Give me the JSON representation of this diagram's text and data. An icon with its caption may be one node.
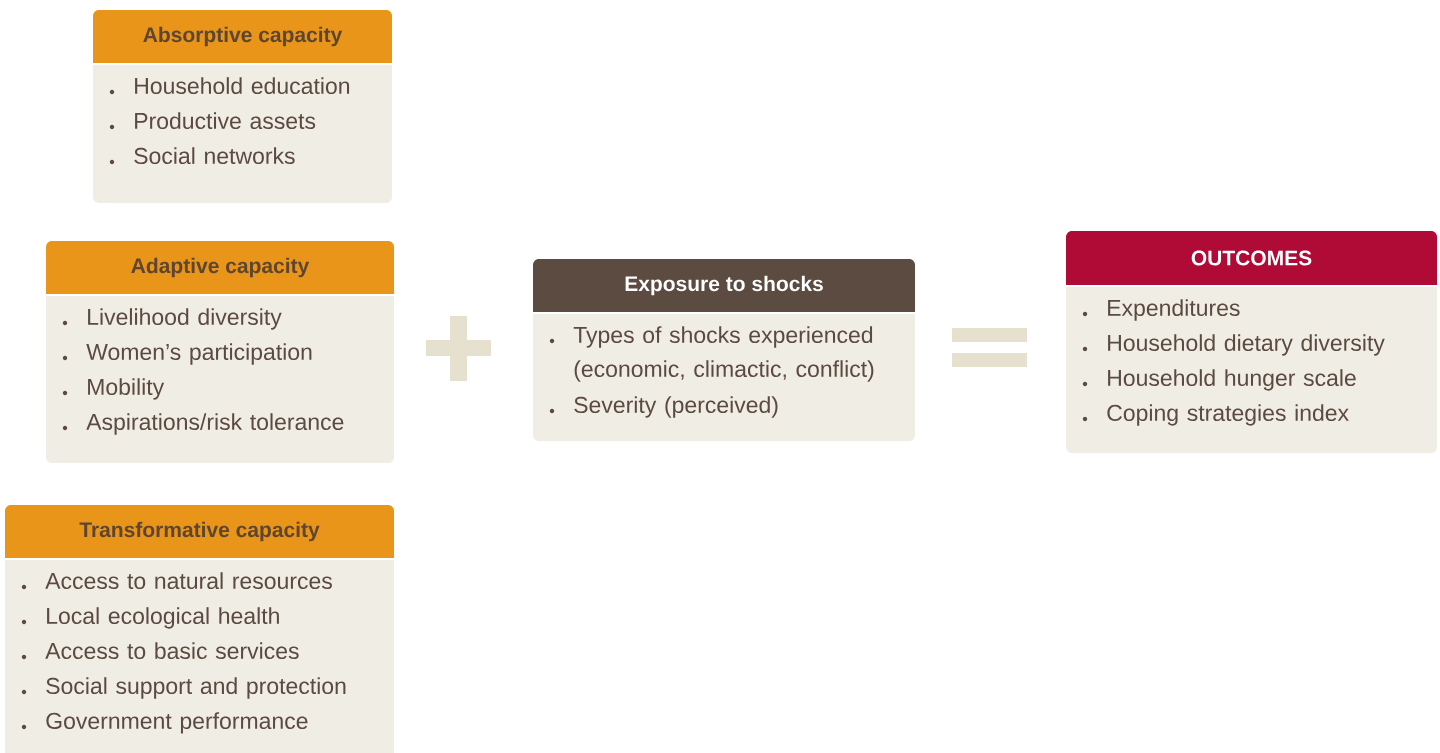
{
  "diagram": {
    "nodes": [
      {
        "text": [
          "Absorptive capacity",
          "Household education",
          "Productive assets",
          "Social networks"
        ]
      },
      {
        "text": [
          "Adaptive capacity",
          "Livelihood diversity",
          "Women’s participation",
          "Mobility",
          "Aspirations/risk tolerance"
        ]
      },
      {
        "text": [
          "Transformative capacity",
          "Access to natural resources",
          "Local ecological health",
          "Access to basic services",
          "Social support and protection",
          "Government performance"
        ]
      },
      {
        "text": [
          "Exposure to shocks",
          "Types of shocks experienced (economic, climactic, conflict)",
          "Severity (perceived)"
        ]
      },
      {
        "text": [
          "OUTCOMES",
          "Expenditures",
          "Household dietary diversity",
          "Household hunger scale",
          "Coping strategies index"
        ]
      }
    ]
  }
}
